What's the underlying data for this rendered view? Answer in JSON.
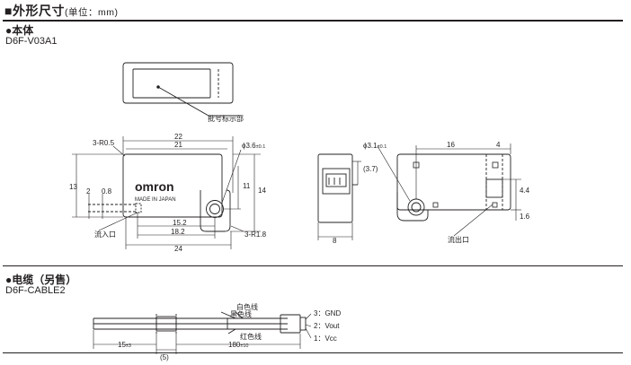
{
  "header": {
    "title": "■外形尺寸",
    "unit": "(单位：mm)"
  },
  "body_section": {
    "title": "●本体",
    "model": "D6F-V03A1"
  },
  "cable_section": {
    "title": "●电缆（另售）",
    "model": "D6F-CABLE2"
  },
  "body_drawing": {
    "lot_label": "批号标示部",
    "logo": "omron",
    "made_in": "MADE IN JAPAN",
    "dims": {
      "d22": "22",
      "d21": "21",
      "r05": "3-R0.5",
      "d13": "13",
      "d2": "2",
      "d08": "0.8",
      "d11": "11",
      "d14": "14",
      "phi36": "ϕ3.6",
      "phi36_tol": "±0.1",
      "d152": "15.2",
      "d182": "18.2",
      "d24": "24",
      "r18": "3-R1.8",
      "inlet": "流入口",
      "d8": "8",
      "phi31": "ϕ3.1",
      "phi31_tol": "±0.1",
      "d37": "(3.7)",
      "d16": "16",
      "d4": "4",
      "d44": "4.4",
      "d16b": "1.6",
      "outlet": "流出口"
    }
  },
  "cable_drawing": {
    "white": "白色线",
    "black": "黑色线",
    "red": "红色线",
    "pin3": "3：GND",
    "pin2": "2：Vout",
    "pin1": "1：Vcc",
    "len15": "15",
    "len15_tol": "±3",
    "len5": "(5)",
    "len180": "180",
    "len180_tol": "±10"
  }
}
